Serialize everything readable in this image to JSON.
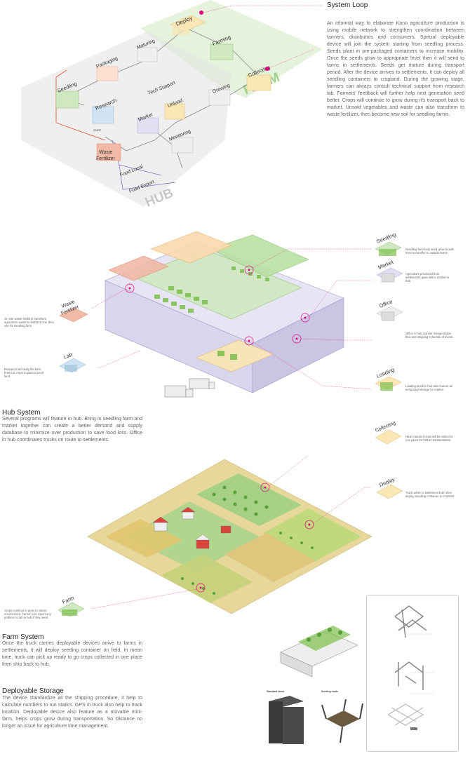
{
  "system_loop": {
    "title": "System Loop",
    "body": "An informal way to elaborate Kano agriculture production is using mobile network to strengthen coordination between farmers, distributors and consumers. Special deployable device will join the system starting from seedling process. Seeds plant in pre-packaged containers to increase mobility. Once the seeds grow to appropriate level then it will send to farms in settlements. Seeds get mature during transport period. After the device arrives to settlements, it can deploy all seedling containers to cropland. During the growing stage, farmers can always consult technical support from research lab. Farmers' feedback will further help next generation seed better. Crops will continue to grow during it's transport back to market. Unsold vegetables and waste can also transform to waste fertilizer, then become new soil for seedling farms."
  },
  "loop_diagram": {
    "farm_label": "FARM",
    "hub_label": "HUB",
    "nodes": {
      "deploy": "Deploy",
      "maturing": "Maturing",
      "packaging": "Packaging",
      "farming": "Farming",
      "seedling": "Seedling",
      "collecting": "Collecting",
      "tech_support": "Tech Support",
      "research": "Research",
      "start": "START",
      "growing": "Growing",
      "unload": "Unload",
      "market": "Market",
      "waste": "Waste",
      "fertilizer": "Fertilizer",
      "monitoring": "Monitoring",
      "food_local": "Food Local",
      "food_export": "Food Export"
    }
  },
  "hub_diagram": {
    "callouts": {
      "seedling": {
        "label": "Seedling",
        "note": "Seedling farm help seed grow to safe level to transfer to outside farms."
      },
      "market": {
        "label": "Market",
        "note": "Agriculture produced from settlements goes sell to market in hub."
      },
      "office": {
        "label": "Office",
        "note": "Office in hub monitor transportation flow and shipping schedule of trucks."
      },
      "loading": {
        "label": "Loading",
        "note": "Loading stock in hub also feature as temporary storage for market."
      },
      "waste": {
        "label": "Waste",
        "label2": "Fertilizer",
        "note": "On site waste fertilizer transform agriculture waste to fertilized soil, then use for seedling farm."
      },
      "lab": {
        "label": "Lab",
        "note": "Research lab study the best breed of crops to plant in local land."
      }
    }
  },
  "hub_system": {
    "title": "Hub System",
    "body": "Several programs will feature in hub. Bring in seedling farm and market together can create a better demand and supply database to minimize over production to save food loss. Office in hub coordinates trucks on route to settlements."
  },
  "farm_diagram": {
    "callouts": {
      "collecting": {
        "label": "Collecting",
        "note": "Near matured crops will be collect to one place for further transportation."
      },
      "deploy": {
        "label": "Deploy",
        "note": "Truck arrive to settlement farm then deploy seedling container to cropland."
      },
      "farm": {
        "label": "Farm",
        "note": "Crops continue to grow in nature environment. Farmer can report any problem to lab in hub if they need."
      }
    }
  },
  "farm_system": {
    "title": "Farm System",
    "body": "Once the truck carries deployable devices arrive to farms in settlements, it will deploy seeding container on field. In mean time, truck can pick up ready to go crops collected in one place then ship back to hub."
  },
  "deployable_storage": {
    "title": "Deployable Storage",
    "body": "The device standardize all the shipping procedure, it help to calculate numbers to run statics. GPS in truck also help to track location. Deployable device also feature as a movable mini-farm, helps crops grow during transportation. So Distance no longer an issue for agriculture time management.",
    "standard_mode": "Standard mode",
    "seeding_mode": "Seeding mode"
  },
  "colors": {
    "accent": "#e6007e",
    "farm_green": "#cfe8c0",
    "hub_gray": "#e4e4e4",
    "waste_red": "#f2b9a6",
    "research_blue": "#cfe3f2",
    "deploy_yellow": "#fbe7b5",
    "field": "#e8d79b"
  }
}
